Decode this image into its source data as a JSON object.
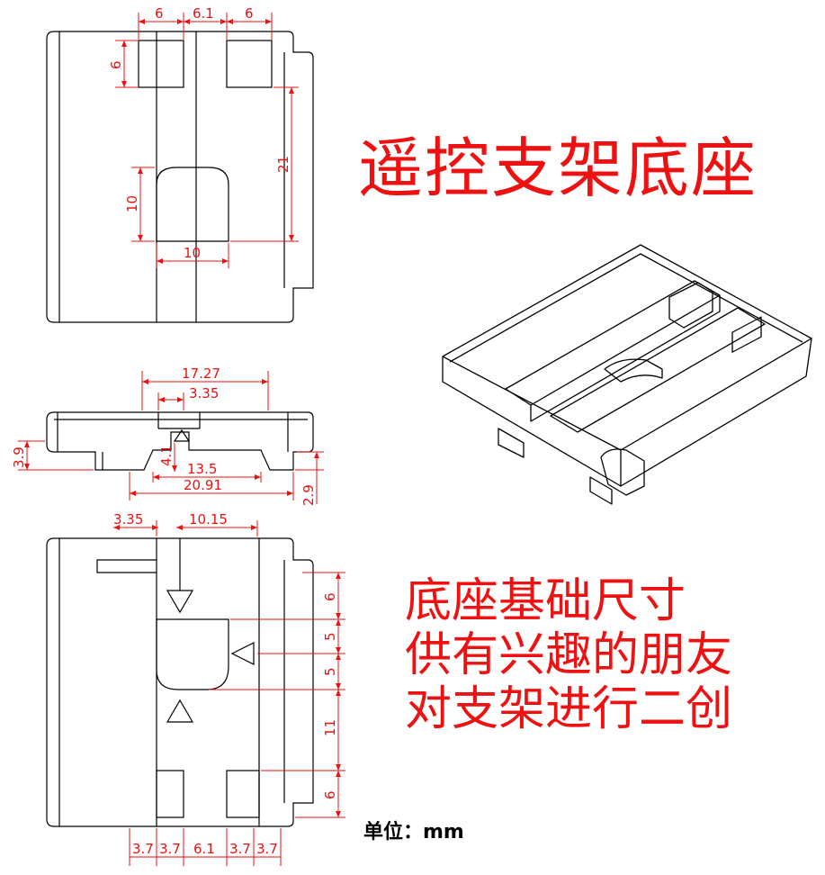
{
  "title": "遥控支架底座",
  "notes": [
    "底座基础尺寸",
    "供有兴趣的朋友",
    "对支架进行二创"
  ],
  "unit": "单位：mm",
  "top_view": {
    "dims": {
      "w1": "6",
      "w2": "6.1",
      "w3": "6",
      "h_sq": "6",
      "h_slot": "10",
      "w_slot": "10",
      "len": "21"
    }
  },
  "front_view": {
    "dims": {
      "total": "17.27",
      "inner": "3.35",
      "h_left": "3.9",
      "h_mid": "4.1",
      "bottom": "13.5",
      "base": "20.91",
      "h_right": "2.9"
    }
  },
  "bottom_view": {
    "dims": {
      "left": "3.35",
      "right": "10.15",
      "v1": "6",
      "v2": "5",
      "v3": "5",
      "v4": "11",
      "v5": "6",
      "b1": "3.7",
      "b2": "3.7",
      "b3": "6.1",
      "b4": "3.7",
      "b5": "3.7"
    }
  },
  "colors": {
    "dimension": "#ee1111",
    "outline": "#000000",
    "background": "#ffffff"
  }
}
